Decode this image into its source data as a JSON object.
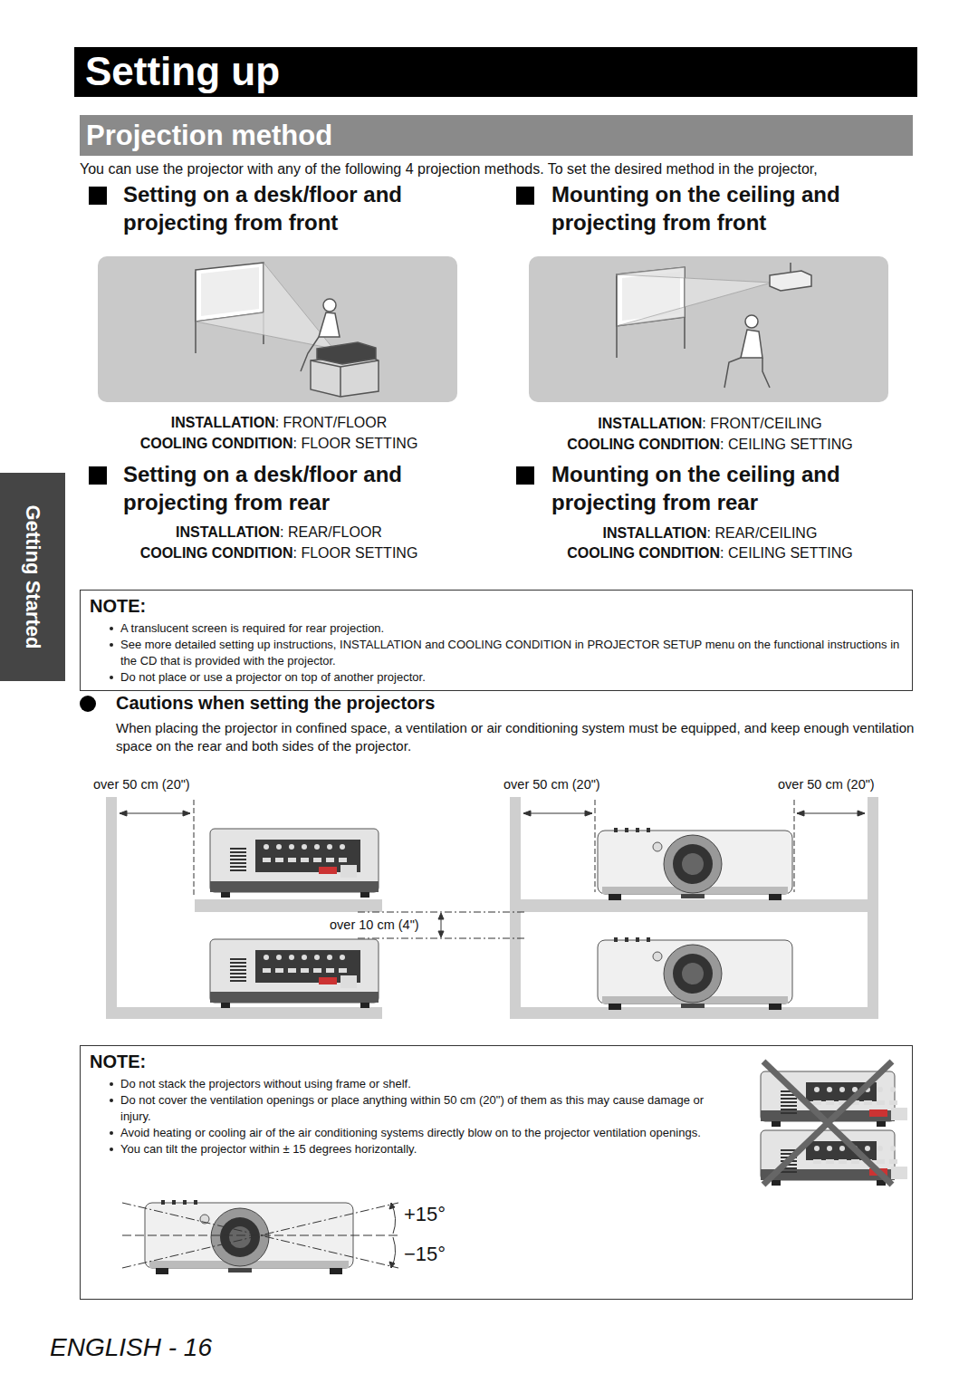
{
  "diagram": {
    "title": "Setting up",
    "nodes": [
      {
        "text": [
          "Projection method"
        ]
      },
      {
        "text": [
          "Getting Started"
        ]
      },
      {
        "text": [
          "NOTE:",
          "A translucent screen is required for rear projection.",
          "See more detailed setting up instructions, INSTALLATION and COOLING CONDITION in PROJECTOR SETUP menu on the functional instructions in the CD that is provided with the projector.",
          "Do not place or use a projector on top of another projector."
        ]
      },
      {
        "text": [
          "NOTE:",
          "Do not stack the projectors without using frame or shelf.",
          "Do not cover the ventilation openings or place anything within 50 cm (20\") of them as this may cause damage or injury.",
          "Avoid heating or cooling air of the air conditioning systems directly blow on to the projector ventilation openings.",
          "You can tilt the projector within ± 15 degrees horizontally."
        ]
      }
    ],
    "labels": [
      "You can use the projector with any of the following 4 projection methods. To set the desired method in the projector,",
      "Setting on a desk/floor and projecting from front",
      "Mounting on the ceiling and projecting from front",
      "INSTALLATION: FRONT/FLOOR",
      "COOLING CONDITION: FLOOR SETTING",
      "INSTALLATION: FRONT/CEILING",
      "COOLING CONDITION: CEILING SETTING",
      "Setting on a desk/floor and projecting from rear",
      "INSTALLATION: REAR/FLOOR",
      "COOLING CONDITION: FLOOR SETTING",
      "Mounting on the ceiling and projecting from rear",
      "INSTALLATION: REAR/CEILING",
      "COOLING CONDITION: CEILING SETTING",
      "Cautions when setting the projectors",
      "When placing the projector in confined space, a ventilation or air conditioning system must be equipped, and keep enough ventilation space on the rear and both sides of the projector.",
      "over 50 cm (20\")",
      "over 50 cm (20\")",
      "over 50 cm (20\")",
      "over 10 cm (4\")",
      "+15°",
      "−15°",
      "ENGLISH - 16"
    ]
  }
}
